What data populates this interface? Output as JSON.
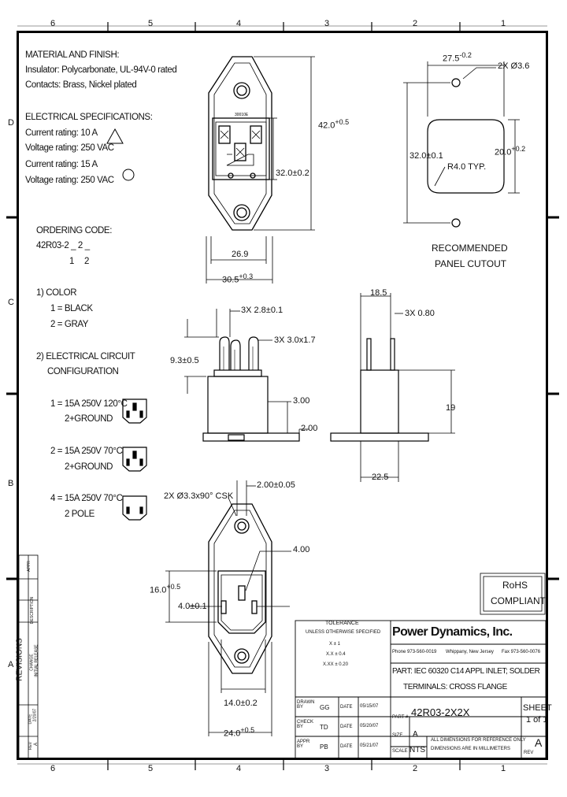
{
  "zones_top": [
    "6",
    "5",
    "4",
    "3",
    "2",
    "1"
  ],
  "zones_bottom": [
    "6",
    "5",
    "4",
    "3",
    "2",
    "1"
  ],
  "rows_left": [
    "D",
    "C",
    "B",
    "A"
  ],
  "material": {
    "heading": "MATERIAL AND FINISH:",
    "insulator": "Insulator: Polycarbonate, UL-94V-0 rated",
    "contacts": "Contacts: Brass, Nickel plated"
  },
  "electrical": {
    "heading": "ELECTRICAL SPECIFICATIONS:",
    "current1": "Current rating: 10 A",
    "voltage1": "Voltage rating: 250 VAC",
    "current2": "Current rating: 15 A",
    "voltage2": "Voltage rating: 250 VAC"
  },
  "ordering": {
    "heading": "ORDERING CODE:",
    "code": "42R03-2 _ 2 _",
    "pos1": "1",
    "pos2": "2"
  },
  "color": {
    "heading": "1)  COLOR",
    "opt1": "1 = BLACK",
    "opt2": "2 = GRAY"
  },
  "circuit": {
    "heading1": "2)  ELECTRICAL CIRCUIT",
    "heading2": "CONFIGURATION",
    "opt1a": "1 = 15A 250V 120°C",
    "opt1b": "2+GROUND",
    "opt2a": "2 = 15A 250V 70°C",
    "opt2b": "2+GROUND",
    "opt4a": "4 = 15A 250V 70°C",
    "opt4b": "2 POLE"
  },
  "dims": {
    "top_height": "42.0",
    "top_height_tol": "+0.5",
    "inner_height": "32.0±0.2",
    "top_width_inner": "26.9",
    "top_width_outer": "30.5",
    "top_width_tol": "+0.3",
    "cutout_width": "27.5",
    "cutout_width_tol": "-0.2",
    "holes": "2X Ø3.6",
    "cutout_height": "32.0±0.1",
    "cutout_inner": "20.0",
    "cutout_inner_tol": "+0.2",
    "radius": "R4.0 TYP.",
    "rec1": "RECOMMENDED",
    "rec2": "PANEL CUTOUT",
    "pin_spec1": "3X 2.8±0.1",
    "pin_spec2": "3X 3.0x1.7",
    "pin_height": "9.3±0.5",
    "flange_1": "3.00",
    "flange_2": "2.00",
    "side_top": "18.5",
    "side_pin": "3X 0.80",
    "side_height": "19",
    "side_bottom": "22.5",
    "csk": "2X Ø3.3x90° CSK",
    "hole_w": "2.00±0.05",
    "gnd": "4.00",
    "front_h": "16.0",
    "front_h_tol": "+0.5",
    "front_pin": "4.0±0.1",
    "front_w": "14.0±0.2",
    "front_ow": "24.0",
    "front_ow_tol": "+0.5"
  },
  "revisions": {
    "title": "REVISIONS",
    "cols": [
      "REV",
      "DATE",
      "CHANGE",
      "DESCRIPTION",
      "APPR"
    ],
    "rev": "A",
    "date": "2/20/07",
    "desc": "INITIAL RELEASE"
  },
  "rohs": {
    "line1": "RoHS",
    "line2": "COMPLIANT"
  },
  "tolerance": {
    "title": "TOLERANCE",
    "sub": "UNLESS OTHERWISE SPECIFIED",
    "r1": "X    ±  1",
    "r2": "X.X   ±  0.4",
    "r3": "X.XX   ±  0.20"
  },
  "company": {
    "name": "Power Dynamics, Inc.",
    "phone": "Phone 973-560-0019",
    "city": "Whippany, New Jersey",
    "fax": "Fax 973-560-0076"
  },
  "part": {
    "line1": "PART: IEC 60320 C14 APPL INLET; SOLDER",
    "line2": "TERMINALS: CROSS FLANGE",
    "number_label": "PART #",
    "number": "42R03-2X2X"
  },
  "sheet": {
    "label": "SHEET",
    "value": "1 of 1"
  },
  "size": {
    "label": "SIZE",
    "value": "A"
  },
  "scale": {
    "label": "SCALE",
    "value": "NTS"
  },
  "rev_box": {
    "label": "REV",
    "value": "A"
  },
  "dims_note": {
    "line1": "ALL DIMENSIONS FOR REFERENCE ONLY",
    "line2": "DIMENSIONS ARE IN MILLIMETERS"
  },
  "approvals": {
    "drawn": "DRAWN BY",
    "drawn_who": "GG",
    "drawn_date": "05/15/07",
    "check": "CHECK BY",
    "check_who": "TD",
    "check_date": "05/20/07",
    "appr": "APPR BY",
    "appr_who": "PB",
    "appr_date": "05/21/07",
    "date_label": "DATE"
  }
}
